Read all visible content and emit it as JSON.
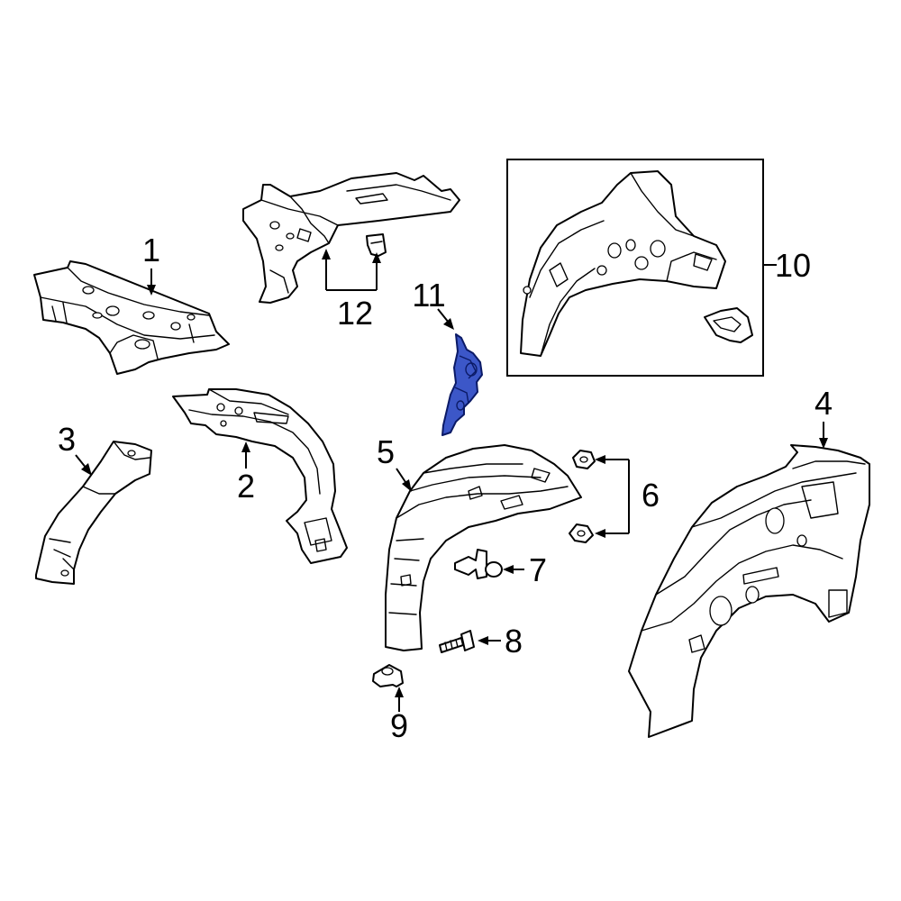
{
  "diagram": {
    "highlight_color": "#3c57c8",
    "callouts": [
      {
        "id": "1",
        "label": "1"
      },
      {
        "id": "2",
        "label": "2"
      },
      {
        "id": "3",
        "label": "3"
      },
      {
        "id": "4",
        "label": "4"
      },
      {
        "id": "5",
        "label": "5"
      },
      {
        "id": "6",
        "label": "6"
      },
      {
        "id": "7",
        "label": "7"
      },
      {
        "id": "8",
        "label": "8"
      },
      {
        "id": "9",
        "label": "9"
      },
      {
        "id": "10",
        "label": "10"
      },
      {
        "id": "11",
        "label": "11"
      },
      {
        "id": "12",
        "label": "12"
      }
    ]
  }
}
